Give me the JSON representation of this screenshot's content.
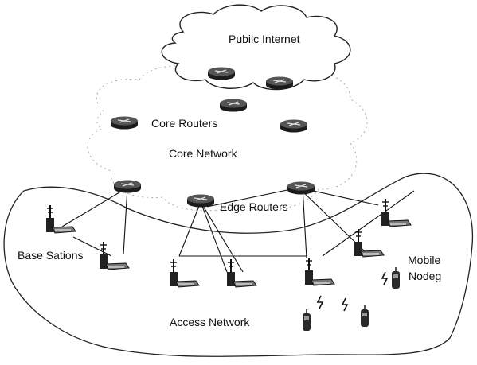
{
  "labels": {
    "public_internet": "Pubilc Internet",
    "core_routers": "Core Routers",
    "core_network": "Core Network",
    "edge_routers": "Edge Routers",
    "base_stations": "Base Sations",
    "mobile_nodes_line1": "Mobile",
    "mobile_nodes_line2": "Nodeg",
    "access_network": "Access Network"
  },
  "colors": {
    "line": "#111111",
    "router_fill": "#333333",
    "cloud_outline": "#222222",
    "dashed_outline": "#999999"
  },
  "icons": [
    "router-icon",
    "base-station-icon",
    "mobile-phone-icon",
    "wireless-link-icon"
  ]
}
